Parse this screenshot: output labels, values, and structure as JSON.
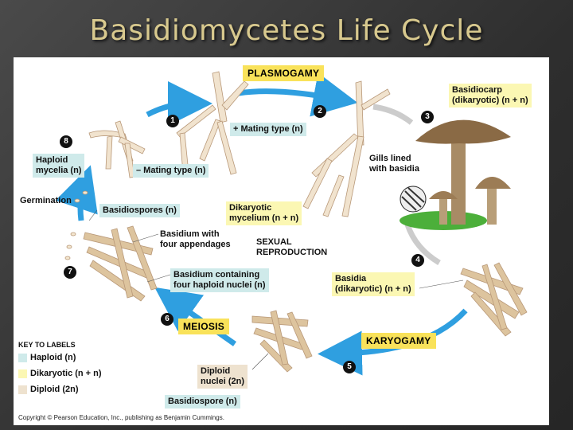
{
  "title": "Basidiomycetes Life Cycle",
  "banners": {
    "plasmogamy": "PLASMOGAMY",
    "karyogamy": "KARYOGAMY",
    "meiosis": "MEIOSIS"
  },
  "steps": [
    "1",
    "2",
    "3",
    "4",
    "5",
    "6",
    "7",
    "8"
  ],
  "labels": {
    "mating_plus": "+ Mating type (n)",
    "mating_minus": "– Mating type (n)",
    "haploid_mycelia": "Haploid\nmycelia (n)",
    "germination": "Germination",
    "basidiospores": "Basidiospores (n)",
    "basidium_appendages": "Basidium with\nfour appendages",
    "sexual_reproduction": "SEXUAL\nREPRODUCTION",
    "basidium_nuclei": "Basidium containing\nfour haploid nuclei (n)",
    "dikaryotic_mycelium": "Dikaryotic\nmycelium (n + n)",
    "basidiocarp": "Basidiocarp\n(dikaryotic) (n + n)",
    "gills": "Gills lined\nwith basidia",
    "basidia": "Basidia\n(dikaryotic) (n + n)",
    "diploid_nuclei": "Diploid\nnuclei (2n)",
    "basidiospore": "Basidiospore (n)"
  },
  "key": {
    "title": "KEY TO LABELS",
    "items": [
      {
        "label": "Haploid (n)",
        "color": "#cfeaea"
      },
      {
        "label": "Dikaryotic (n + n)",
        "color": "#fbf7b3"
      },
      {
        "label": "Diploid (2n)",
        "color": "#eee2cf"
      }
    ]
  },
  "copyright": "Copyright © Pearson Education, Inc., publishing as Benjamin Cummings.",
  "colors": {
    "arrow": "#2f9fe0",
    "hypha": "#f1e3ce",
    "mushroom_cap": "#8a6a45",
    "grass": "#4caf3a"
  }
}
